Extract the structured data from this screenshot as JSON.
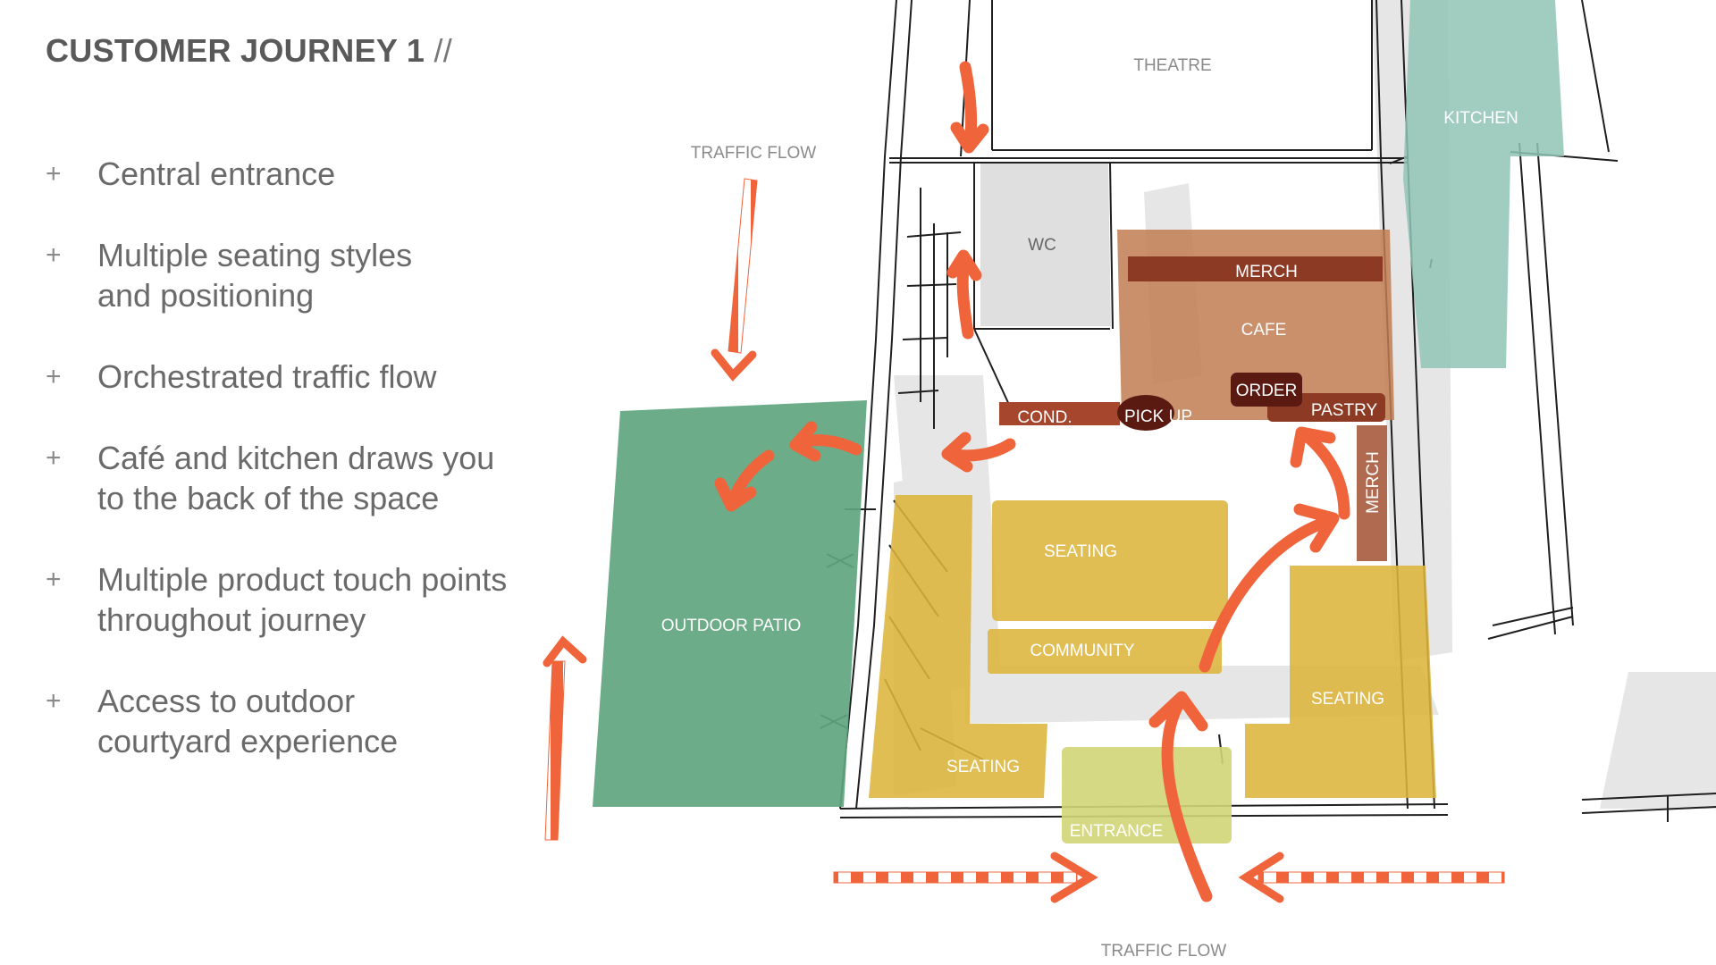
{
  "title": "CUSTOMER JOURNEY 1",
  "title_suffix": "//",
  "bullets": [
    {
      "line1": "Central entrance",
      "line2": ""
    },
    {
      "line1": "Multiple seating styles",
      "line2": "and positioning"
    },
    {
      "line1": "Orchestrated traffic flow",
      "line2": ""
    },
    {
      "line1": "Café and kitchen draws you",
      "line2": "to the back of the space"
    },
    {
      "line1": "Multiple product touch points",
      "line2": "throughout journey"
    },
    {
      "line1": "Access to outdoor",
      "line2": "courtyard experience"
    }
  ],
  "bullet_marker": "+",
  "plan": {
    "theatre": "THEATRE",
    "kitchen": "KITCHEN",
    "wc": "WC",
    "merch_top": "MERCH",
    "cafe": "CAFE",
    "order": "ORDER",
    "pastry": "PASTRY",
    "cond": "COND.",
    "pickup": "PICK UP",
    "merch_side": "MERCH",
    "seating_center": "SEATING",
    "community": "COMMUNITY",
    "seating_right": "SEATING",
    "seating_left": "SEATING",
    "entrance": "ENTRANCE",
    "outdoor_patio": "OUTDOOR PATIO",
    "traffic_flow_top": "TRAFFIC FLOW",
    "traffic_flow_bottom": "TRAFFIC FLOW"
  },
  "colors": {
    "patio": "#5fa57e",
    "seating": "#ddb53c",
    "cafe": "#c17d52",
    "merch": "#8c3a24",
    "order": "#5a1a12",
    "entrance": "#d2d576",
    "kitchen": "#8fc4b5",
    "wc": "#d9d9d9",
    "arrow": "#f0643c"
  }
}
